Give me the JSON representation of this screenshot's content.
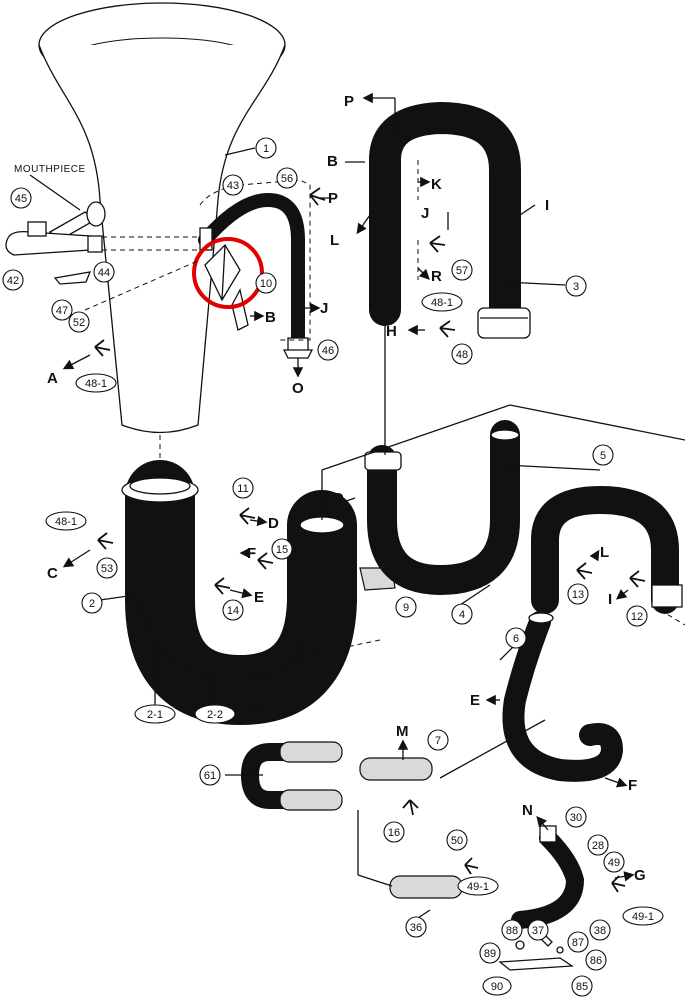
{
  "diagram": {
    "mouthpiece_label": "MOUTHPIECE",
    "part_numbers": [
      "1",
      "2",
      "2-1",
      "2-2",
      "3",
      "4",
      "5",
      "6",
      "7",
      "9",
      "10",
      "11",
      "12",
      "13",
      "14",
      "15",
      "16",
      "28",
      "30",
      "36",
      "37",
      "38",
      "42",
      "43",
      "44",
      "45",
      "46",
      "47",
      "48",
      "48-1",
      "49",
      "49-1",
      "50",
      "52",
      "53",
      "56",
      "57",
      "61",
      "85",
      "86",
      "87",
      "88",
      "89",
      "90"
    ],
    "connection_letters": [
      "A",
      "B",
      "C",
      "D",
      "E",
      "F",
      "G",
      "H",
      "I",
      "J",
      "K",
      "L",
      "M",
      "N",
      "O",
      "P",
      "R"
    ],
    "highlight": {
      "color": "#e00000",
      "shape": "circle"
    }
  }
}
